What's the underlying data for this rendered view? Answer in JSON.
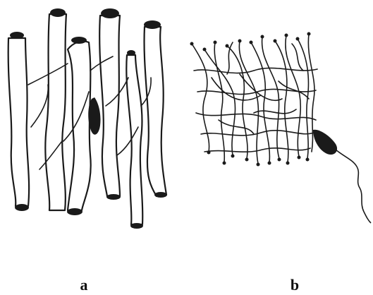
{
  "figure": {
    "panels": [
      {
        "id": "a",
        "label": "a"
      },
      {
        "id": "b",
        "label": "b"
      }
    ]
  }
}
